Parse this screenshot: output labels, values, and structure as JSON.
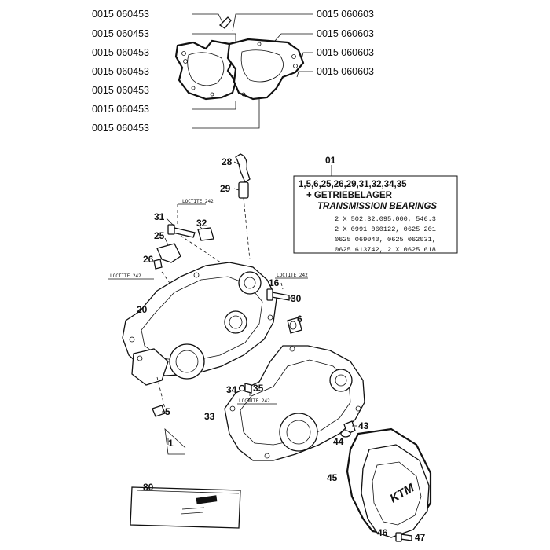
{
  "gasket_callouts": {
    "left": [
      "0015 060453",
      "0015 060453",
      "0015 060453",
      "0015 060453",
      "0015 060453",
      "0015 060453",
      "0015 060453"
    ],
    "right": [
      "0015 060603",
      "0015 060603",
      "0015 060603",
      "0015 060603"
    ]
  },
  "parts": {
    "p28": "28",
    "p29": "29",
    "p31": "31",
    "p32": "32",
    "p25": "25",
    "p26": "26",
    "p20": "20",
    "p16": "16",
    "p30": "30",
    "p6": "6",
    "p34": "34",
    "p35": "35",
    "p5": "5",
    "p33": "33",
    "p1": "1",
    "p43": "43",
    "p44": "44",
    "p45": "45",
    "p80": "80",
    "p46": "46",
    "p47": "47"
  },
  "loctite": {
    "a": "LOCTITE 242",
    "b": "LOCTITE 242",
    "c": "LOCTITE 242",
    "d": "LOCTITE 242"
  },
  "kit": {
    "number": "01",
    "line1": "1,5,6,25,26,29,31,32,34,35",
    "line2": "+ GETRIEBELAGER",
    "line3": "TRANSMISSION BEARINGS",
    "refs": [
      "2 X 502.32.095.000, 546.3",
      "2 X 0991 060122, 0625 201",
      "0625 069040, 0625 062031,",
      "0625 613742, 2 X 0625 618"
    ]
  }
}
